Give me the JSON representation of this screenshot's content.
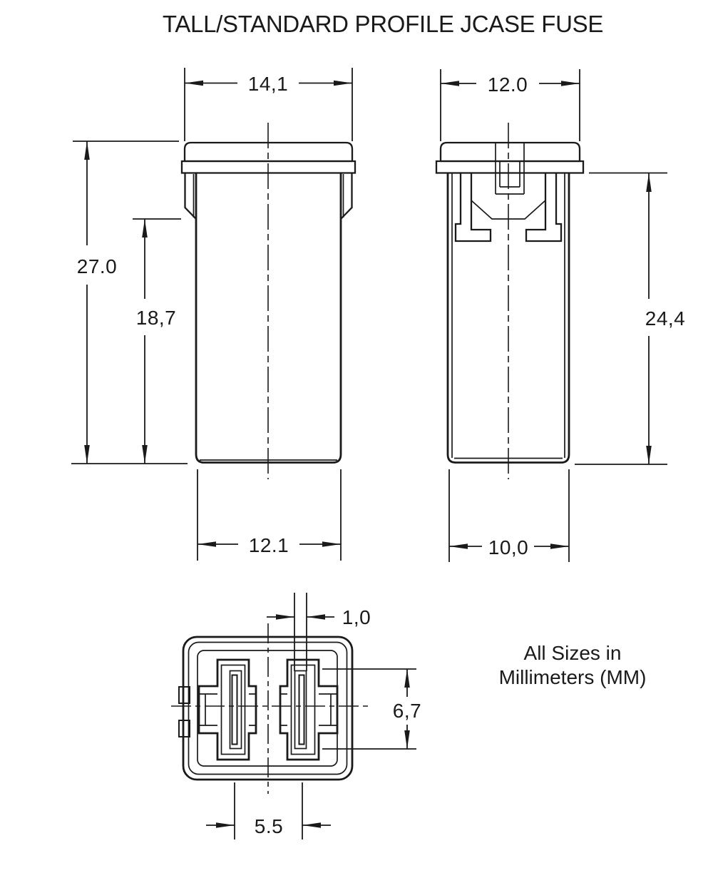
{
  "title": "TALL/STANDARD PROFILE JCASE FUSE",
  "note": {
    "line1": "All Sizes in",
    "line2": "Millimeters (MM)"
  },
  "units": "millimeters",
  "colors": {
    "line": "#1a1a1a",
    "background": "#ffffff"
  },
  "dimensions": {
    "front_top_width": "14,1",
    "front_overall_height": "27.0",
    "front_body_height": "18,7",
    "front_body_width": "12.1",
    "side_top_width": "12.0",
    "side_height": "24,4",
    "side_body_width": "10,0",
    "terminal_slot_thickness": "1,0",
    "terminal_slot_length": "6,7",
    "terminal_pitch": "5.5"
  }
}
